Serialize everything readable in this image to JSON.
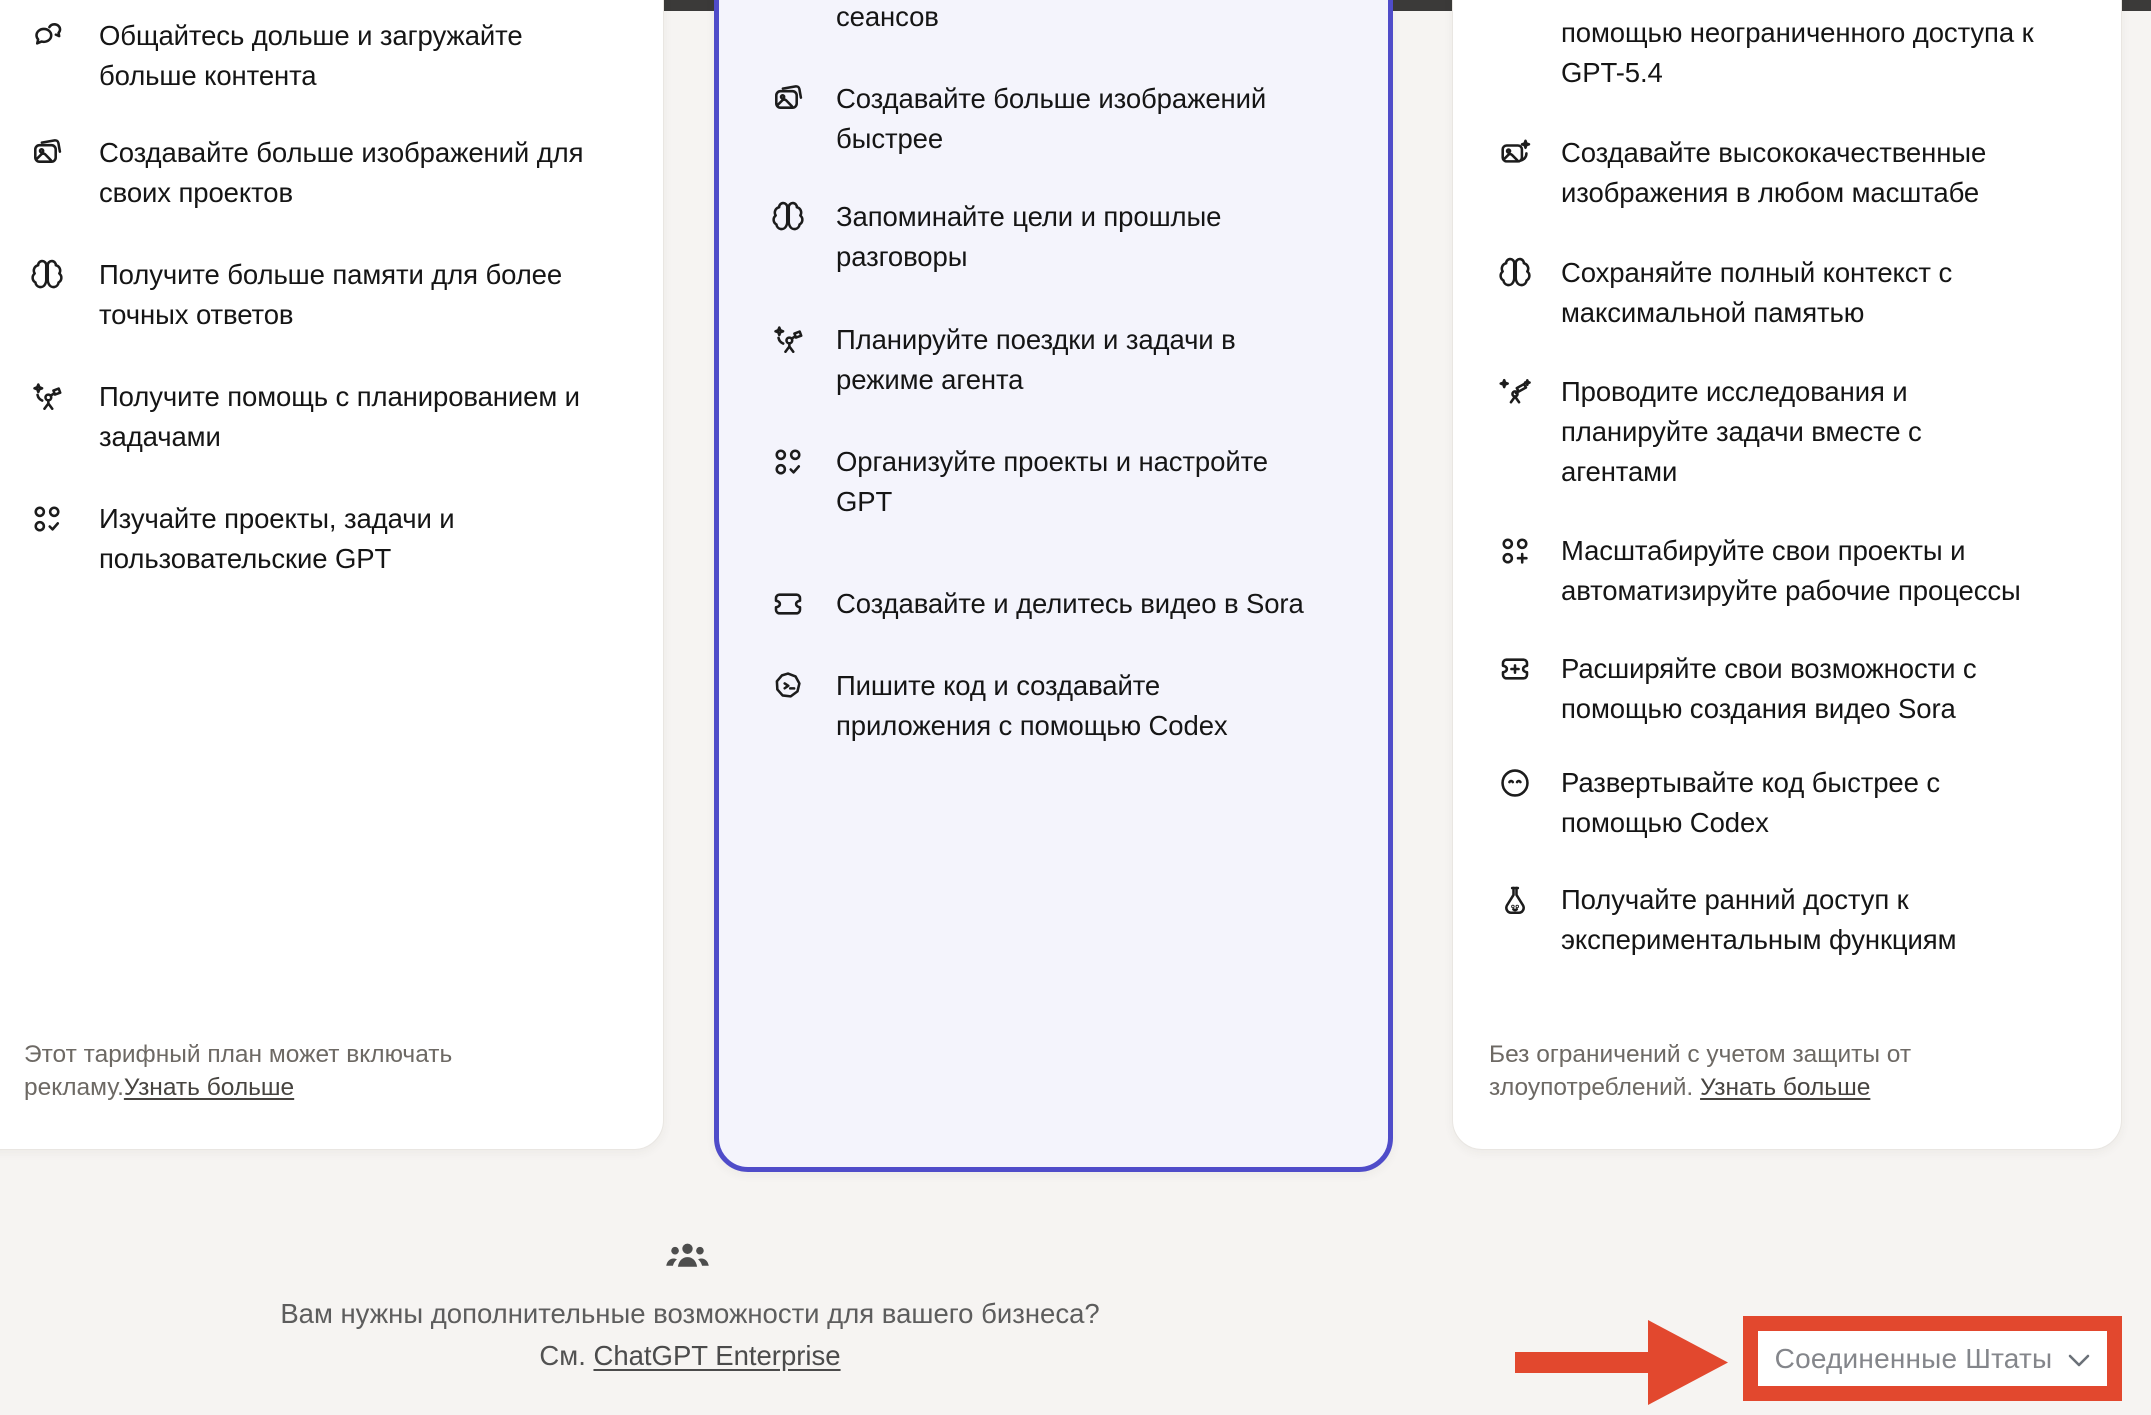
{
  "colors": {
    "top_bar": "#3b3a39",
    "page_background": "#f6f4f2",
    "highlight_border": "#4f4cc9",
    "highlight_background": "#f4f4fc",
    "annotation_red": "#e2482e"
  },
  "plans": {
    "free": {
      "features": [
        {
          "icon": "chat-icon",
          "text": "Общайтесь дольше и загружайте\nбольше контента"
        },
        {
          "icon": "images-icon",
          "text": "Создавайте больше изображений для\nсвоих проектов"
        },
        {
          "icon": "brain-icon",
          "text": "Получите больше памяти для более\nточных ответов"
        },
        {
          "icon": "agent-icon",
          "text": "Получите помощь с планированием и\nзадачами"
        },
        {
          "icon": "projects-check-icon",
          "text": "Изучайте проекты, задачи и\nпользовательские GPT"
        }
      ],
      "footnote": "Этот тарифный план может включать\nрекламу.",
      "footnote_link": "Узнать больше"
    },
    "plus": {
      "partial_feature": "сеансов",
      "features": [
        {
          "icon": "images-icon",
          "text": "Создавайте больше изображений\nбыстрее"
        },
        {
          "icon": "brain-icon",
          "text": "Запоминайте цели и прошлые\nразговоры"
        },
        {
          "icon": "agent-icon",
          "text": "Планируйте поездки и задачи в\nрежиме агента"
        },
        {
          "icon": "projects-check-icon",
          "text": "Организуйте проекты и настройте\nGPT"
        },
        {
          "icon": "sora-ticket-icon",
          "text": "Создавайте и делитесь видео в Sora"
        },
        {
          "icon": "codex-icon",
          "text": "Пишите код и создавайте\nприложения с помощью Codex"
        }
      ]
    },
    "pro": {
      "partial_feature": "помощью неограниченного доступа к\nGPT-5.4",
      "features": [
        {
          "icon": "image-sparkle-icon",
          "text": "Создавайте высококачественные\nизображения в любом масштабе"
        },
        {
          "icon": "brain-icon",
          "text": "Сохраняйте полный контекст с\nмаксимальной памятью"
        },
        {
          "icon": "research-icon",
          "text": "Проводите исследования и\nпланируйте задачи вместе с\nагентами"
        },
        {
          "icon": "projects-plus-icon",
          "text": "Масштабируйте свои проекты и\nавтоматизируйте рабочие процессы"
        },
        {
          "icon": "sora-ticket-plus-icon",
          "text": "Расширяйте свои возможности с\nпомощью создания видео Sora"
        },
        {
          "icon": "smiley-icon",
          "text": "Развертывайте код быстрее с\nпомощью Codex"
        },
        {
          "icon": "flask-icon",
          "text": "Получайте ранний доступ к\nэкспериментальным функциям"
        }
      ],
      "footnote": "Без ограничений с учетом защиты от\nзлоупотреблений. ",
      "footnote_link": "Узнать больше"
    }
  },
  "business": {
    "icon": "people-icon",
    "question": "Вам нужны дополнительные возможности для вашего бизнеса?",
    "see_prefix": "См. ",
    "link": "ChatGPT Enterprise"
  },
  "region_selector": {
    "label": "Соединенные Штаты",
    "icon": "chevron-down-icon"
  }
}
